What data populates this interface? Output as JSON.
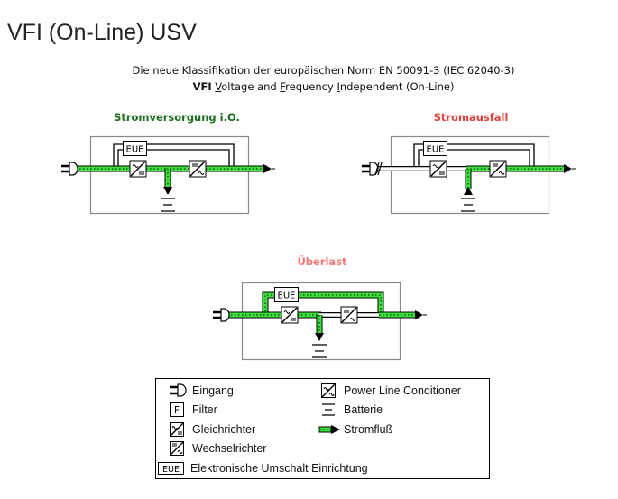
{
  "page": {
    "title": "VFI (On-Line) USV",
    "subtitle_line1": "Die neue Klassifikation der europäischen Norm EN 50091-3 (IEC 62040-3)",
    "subtitle_line2": {
      "abbr": "VFI",
      "v": "V",
      "v_rest": "oltage and ",
      "f": "F",
      "f_rest": "requency ",
      "i": "I",
      "i_rest": "ndependent (On-Line)"
    }
  },
  "colors": {
    "ok": "#1b6e1b",
    "failure": "#e0403a",
    "overload": "#f07a78",
    "flow": "#3ee03e",
    "line": "#000000",
    "box_border": "#888888"
  },
  "diagrams": [
    {
      "id": "normal",
      "label": "Stromversorgung i.O.",
      "box_label": "EUE",
      "input_failed": false,
      "flow_input": true,
      "flow_battery_direction": "charge",
      "flow_bypass": false,
      "flow_inverter": true
    },
    {
      "id": "failure",
      "label": "Stromausfall",
      "box_label": "EUE",
      "input_failed": true,
      "flow_input": false,
      "flow_battery_direction": "discharge",
      "flow_bypass": false,
      "flow_inverter": true
    },
    {
      "id": "overload",
      "label": "Überlast",
      "box_label": "EUE",
      "input_failed": false,
      "flow_input": true,
      "flow_battery_direction": "charge",
      "flow_bypass": true,
      "flow_inverter": false
    }
  ],
  "legend": {
    "items": [
      {
        "icon": "plug-icon",
        "label": "Eingang"
      },
      {
        "icon": "filter-icon",
        "label": "Filter",
        "glyph": "F"
      },
      {
        "icon": "rectifier-icon",
        "label": "Gleichrichter"
      },
      {
        "icon": "inverter-icon",
        "label": "Wechselrichter"
      },
      {
        "icon": "eue-icon",
        "label": "Elektronische Umschalt Einrichtung",
        "glyph": "EUE"
      },
      {
        "icon": "power-line-conditioner-icon",
        "label": "Power Line Conditioner"
      },
      {
        "icon": "battery-icon",
        "label": "Batterie"
      },
      {
        "icon": "current-flow-icon",
        "label": "Stromfluß"
      }
    ]
  }
}
